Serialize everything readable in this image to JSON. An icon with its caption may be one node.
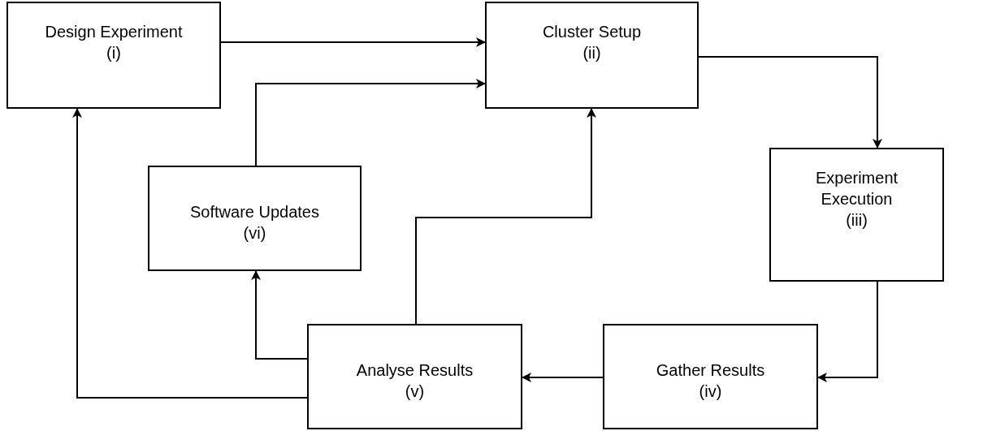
{
  "diagram": {
    "nodes": [
      {
        "text": [
          "Design Experiment",
          "(i)"
        ]
      },
      {
        "text": [
          "Cluster Setup",
          "(ii)"
        ]
      },
      {
        "text": [
          "Experiment Execution",
          "(iii)"
        ]
      },
      {
        "text": [
          "Gather Results",
          "(iv)"
        ]
      },
      {
        "text": [
          "Analyse Results",
          "(v)"
        ]
      },
      {
        "text": [
          "Software Updates",
          "(vi)"
        ]
      }
    ],
    "edges": [
      {
        "from": 0,
        "to": 1,
        "arrow": "to"
      },
      {
        "from": 5,
        "to": 1,
        "arrow": "to"
      },
      {
        "from": 1,
        "to": 2,
        "arrow": "to"
      },
      {
        "from": 2,
        "to": 3,
        "arrow": "to"
      },
      {
        "from": 3,
        "to": 4,
        "arrow": "to"
      },
      {
        "from": 4,
        "to": 5,
        "arrow": "to"
      },
      {
        "from": 4,
        "to": 1,
        "arrow": "to"
      },
      {
        "from": 4,
        "to": 0,
        "arrow": "to"
      }
    ]
  }
}
